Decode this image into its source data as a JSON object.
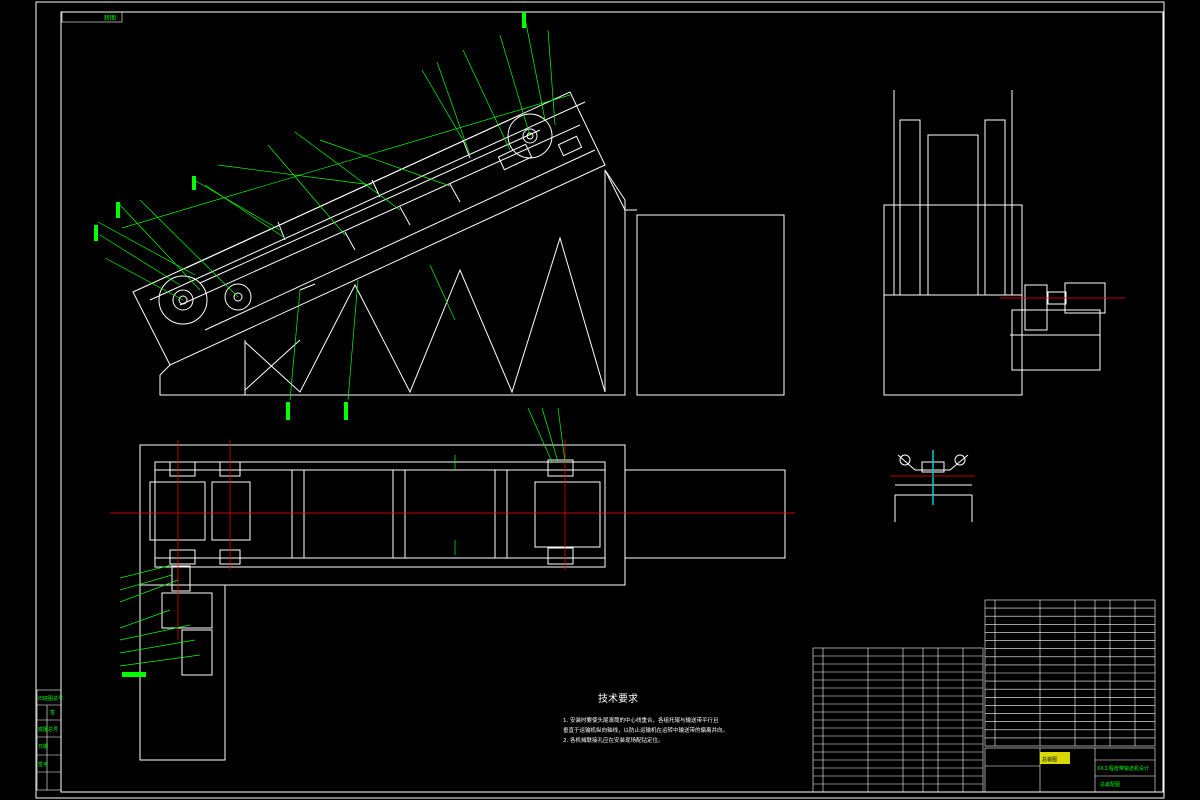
{
  "drawing": {
    "top_left_tag": "转图",
    "tech_requirements": {
      "title": "技术要求",
      "items": [
        "1. 安装时要使头尾滚筒的中心线重合，各组托辊与输送带平行且",
        "   垂直于运输机纵向轴线，以防止运输机在运转中输送带的偏离并向。",
        "2. 各机械联接孔应在安装现场配钻定位。"
      ]
    },
    "left_strip": {
      "header": "旧底图总号",
      "rows": [
        "签",
        "底图总号",
        "日期",
        "签字"
      ]
    },
    "title_block": {
      "project_title": "XX工程皮带输送机设计",
      "drawing_name": "总装配图",
      "stamp": "总装图"
    },
    "colors": {
      "line": "#ffffff",
      "leader": "#00ff00",
      "center": "#ff0000",
      "highlight": "#00cccc",
      "title_yellow": "#ffff00"
    }
  }
}
